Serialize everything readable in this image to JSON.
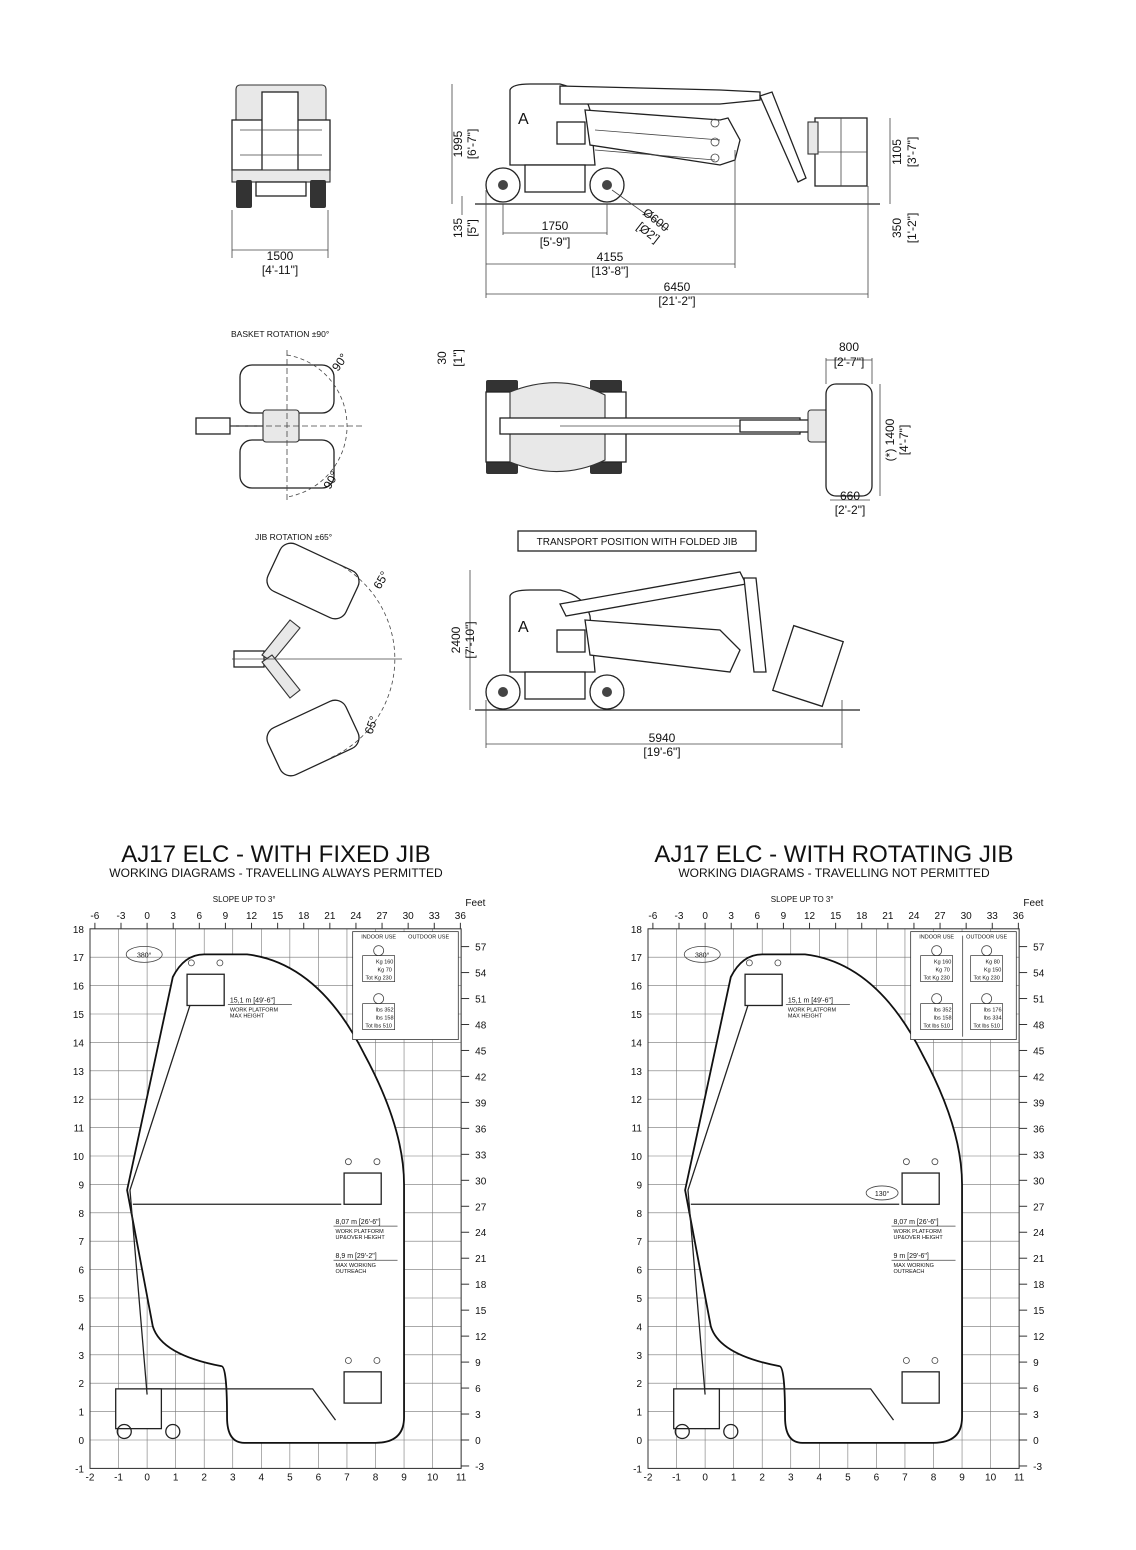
{
  "side_view": {
    "height": "1995",
    "height_ft": "[6'-7\"]",
    "clearance": "135",
    "clearance_ft": "[5\"]",
    "wheelbase": "1750",
    "wheelbase_ft": "[5'-9\"]",
    "wheel": "Ø600",
    "wheel_ft": "[Ø2']",
    "length_stowed": "4155",
    "length_stowed_ft": "[13'-8\"]",
    "length_total": "6450",
    "length_total_ft": "[21'-2\"]",
    "basket_height": "1105",
    "basket_height_ft": "[3'-7\"]",
    "basket_floor": "350",
    "basket_floor_ft": "[1'-2\"]"
  },
  "front_view": {
    "width": "1500",
    "width_ft": "[4'-11\"]"
  },
  "basket_rotation": {
    "title": "BASKET ROTATION ±90°",
    "angle_top": "90°",
    "angle_bottom": "90°"
  },
  "top_view": {
    "offset": "30",
    "offset_ft": "[1\"]",
    "basket_depth": "800",
    "basket_depth_ft": "[2'-7\"]",
    "basket_width": "(*) 1400",
    "basket_width_ft": "[4'-7\"]",
    "basket_inner": "660",
    "basket_inner_ft": "[2'-2\"]"
  },
  "jib_rotation": {
    "title": "JIB ROTATION ±65°",
    "angle_top": "65°",
    "angle_bottom": "65°"
  },
  "transport": {
    "label": "TRANSPORT POSITION WITH FOLDED JIB",
    "height": "2400",
    "height_ft": "[7'-10\"]",
    "length": "5940",
    "length_ft": "[19'-6\"]"
  },
  "charts": [
    {
      "title": "AJ17 ELC - WITH FIXED JIB",
      "subtitle": "WORKING DIAGRAMS - TRAVELLING ALWAYS PERMITTED",
      "slope": "SLOPE UP TO 3°",
      "feet_label": "Feet",
      "rotation": "380°",
      "max_height": "15,1 m  [49'-6\"]",
      "max_height_l1": "WORK PLATFORM",
      "max_height_l2": "MAX HEIGHT",
      "upover": "8,07 m  [26'-6\"]",
      "upover_l1": "WORK PLATFORM",
      "upover_l2": "UP&OVER HEIGHT",
      "outreach": "8,9 m  [29'-2\"]",
      "outreach_l1": "MAX WORKING",
      "outreach_l2": "OUTREACH",
      "indoor_label": "INDOOR USE",
      "outdoor_label": "OUTDOOR USE",
      "indoor_kg": [
        "Kg 160",
        "Kg 70",
        "Tot Kg 230"
      ],
      "indoor_lbs": [
        "lbs 352",
        "lbs 158",
        "Tot lbs 510"
      ]
    },
    {
      "title": "AJ17 ELC - WITH ROTATING JIB",
      "subtitle": "WORKING DIAGRAMS - TRAVELLING NOT PERMITTED",
      "slope": "SLOPE UP TO 3°",
      "feet_label": "Feet",
      "rotation": "380°",
      "jib_rotation": "130°",
      "max_height": "15,1 m  [49'-6\"]",
      "max_height_l1": "WORK PLATFORM",
      "max_height_l2": "MAX HEIGHT",
      "upover": "8,07 m  [26'-6\"]",
      "upover_l1": "WORK PLATFORM",
      "upover_l2": "UP&OVER HEIGHT",
      "outreach": "9 m  [29'-6\"]",
      "outreach_l1": "MAX WORKING",
      "outreach_l2": "OUTREACH",
      "indoor_label": "INDOOR USE",
      "outdoor_label": "OUTDOOR USE",
      "indoor_kg": [
        "Kg 160",
        "Kg 70",
        "Tot Kg 230"
      ],
      "indoor_lbs": [
        "lbs 352",
        "lbs 158",
        "Tot lbs 510"
      ],
      "outdoor_kg": [
        "Kg 80",
        "Kg 150",
        "Tot Kg 230"
      ],
      "outdoor_lbs": [
        "lbs 176",
        "lbs 334",
        "Tot lbs 510"
      ]
    }
  ],
  "axes": {
    "x_m": [
      -2,
      -1,
      0,
      1,
      2,
      3,
      4,
      5,
      6,
      7,
      8,
      9,
      10,
      11
    ],
    "y_m": [
      -1,
      0,
      1,
      2,
      3,
      4,
      5,
      6,
      7,
      8,
      9,
      10,
      11,
      12,
      13,
      14,
      15,
      16,
      17,
      18
    ],
    "x_ft": [
      -6,
      -3,
      0,
      3,
      6,
      9,
      12,
      15,
      18,
      21,
      24,
      27,
      30,
      33,
      36
    ],
    "y_ft": [
      -3,
      0,
      3,
      6,
      9,
      12,
      15,
      18,
      21,
      24,
      27,
      30,
      33,
      36,
      39,
      42,
      45,
      48,
      51,
      54,
      57
    ]
  }
}
